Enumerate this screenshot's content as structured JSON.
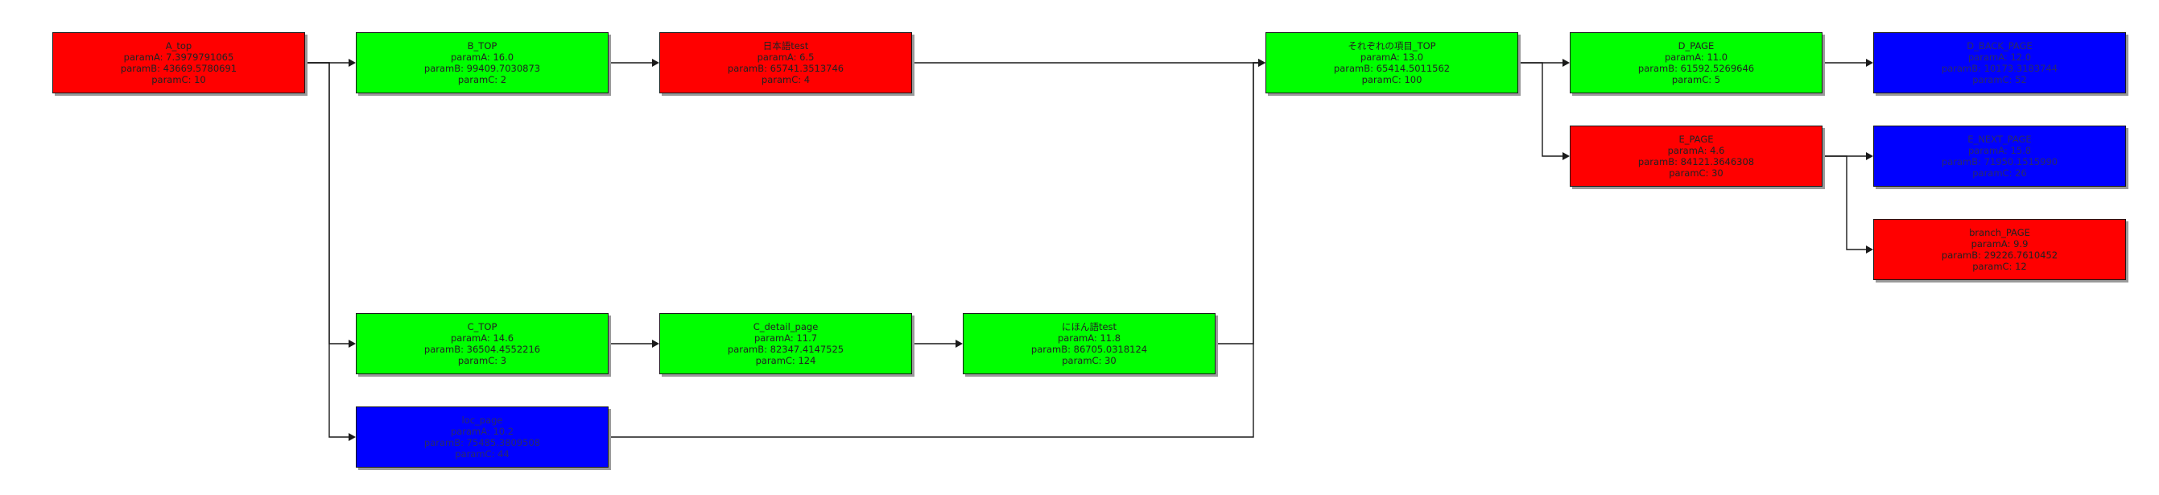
{
  "colors": {
    "red": "#ff0000",
    "green": "#00ff00",
    "blue": "#0000ff",
    "line": "#1a1a1a"
  },
  "nodes": {
    "a_top": {
      "title": "A_top",
      "paramA": "paramA: 7.3979791065",
      "paramB": "paramB: 43669.5780691",
      "paramC": "paramC: 10",
      "color": "red"
    },
    "b_top": {
      "title": "B_TOP",
      "paramA": "paramA: 16.0",
      "paramB": "paramB: 99409.7030873",
      "paramC": "paramC: 2",
      "color": "green"
    },
    "nihongo_test": {
      "title": "日本語test",
      "paramA": "paramA: 6.5",
      "paramB": "paramB: 65741.3513746",
      "paramC": "paramC: 4",
      "color": "red"
    },
    "sorezore_top": {
      "title": "それぞれの項目_TOP",
      "paramA": "paramA: 13.0",
      "paramB": "paramB: 65414.5011562",
      "paramC": "paramC: 100",
      "color": "green"
    },
    "d_page": {
      "title": "D_PAGE",
      "paramA": "paramA: 11.0",
      "paramB": "paramB: 61592.5269646",
      "paramC": "paramC: 5",
      "color": "green"
    },
    "d_back_page": {
      "title": "D_BACK_PAGE",
      "paramA": "paramA: 12.0",
      "paramB": "paramB: 10173.3183744",
      "paramC": "paramC: 52",
      "color": "blue"
    },
    "e_page": {
      "title": "E_PAGE",
      "paramA": "paramA: 4.6",
      "paramB": "paramB: 84121.3646308",
      "paramC": "paramC: 30",
      "color": "red"
    },
    "e_next_page": {
      "title": "E_NEXT_PAGE",
      "paramA": "paramA: 15.8",
      "paramB": "paramB: 71950.1515990",
      "paramC": "paramC: 26",
      "color": "blue"
    },
    "branch_page": {
      "title": "branch_PAGE",
      "paramA": "paramA: 9.9",
      "paramB": "paramB: 29226.7610452",
      "paramC": "paramC: 12",
      "color": "red"
    },
    "c_top": {
      "title": "C_TOP",
      "paramA": "paramA: 14.6",
      "paramB": "paramB: 36504.4552216",
      "paramC": "paramC: 3",
      "color": "green"
    },
    "c_detail_page": {
      "title": "C_detail_page",
      "paramA": "paramA: 11.7",
      "paramB": "paramB: 82347.4147525",
      "paramC": "paramC: 124",
      "color": "green"
    },
    "nihongo_test2": {
      "title": "にほん語test",
      "paramA": "paramA: 11.8",
      "paramB": "paramB: 86705.0318124",
      "paramC": "paramC: 30",
      "color": "green"
    },
    "loc_page": {
      "title": "loc_page",
      "paramA": "paramA: 10.2",
      "paramB": "paramB: 75485.3809508",
      "paramC": "paramC: 44",
      "color": "blue"
    }
  },
  "edges": [
    [
      "a_top",
      "b_top"
    ],
    [
      "a_top",
      "c_top"
    ],
    [
      "a_top",
      "loc_page"
    ],
    [
      "b_top",
      "nihongo_test"
    ],
    [
      "nihongo_test",
      "sorezore_top"
    ],
    [
      "c_top",
      "c_detail_page"
    ],
    [
      "c_detail_page",
      "nihongo_test2"
    ],
    [
      "nihongo_test2",
      "sorezore_top"
    ],
    [
      "loc_page",
      "sorezore_top"
    ],
    [
      "sorezore_top",
      "d_page"
    ],
    [
      "sorezore_top",
      "e_page"
    ],
    [
      "d_page",
      "d_back_page"
    ],
    [
      "e_page",
      "e_next_page"
    ],
    [
      "e_page",
      "branch_page"
    ]
  ]
}
